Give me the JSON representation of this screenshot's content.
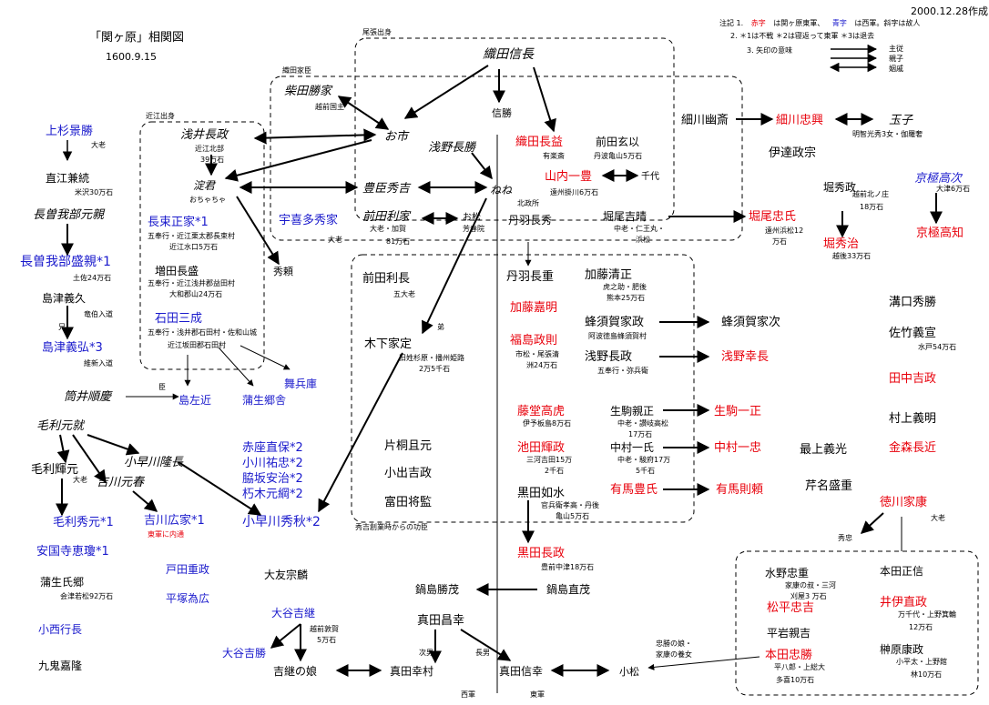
{
  "header": {
    "title": "「関ヶ原」相関図",
    "date": "1600.9.15",
    "created": "2000.12.28作成"
  },
  "legend": {
    "line1_prefix": "注記 1.",
    "line1_red_word": "赤字",
    "line1_mid": "は関ヶ原東軍、",
    "line1_blue_word": "青字",
    "line1_suffix": "は西軍。斜字は故人",
    "line2": "2. ＊1は不戦 ＊2は寝返って東軍 ＊3は退去",
    "line3": "3. 矢印の意味",
    "arrow_labels": [
      "主従",
      "親子",
      "姻戚"
    ]
  },
  "colors": {
    "east": "#e8000b",
    "west": "#1a1acc",
    "neutral": "#000000"
  },
  "group_labels": {
    "owari": "尾張出身",
    "omi": "近江出身",
    "shibata": "織田家臣",
    "hideyoshi_shrine": "秀吉創業時からの功臣"
  },
  "people": {
    "oda_nobunaga": "織田信長",
    "shibata_katsuie": "柴田勝家",
    "shibata_note": "越前国主",
    "oichi": "お市",
    "nobukatsu": "信勝",
    "oda_nagamasu": "織田長益",
    "oda_nagamasu_note": "有楽斎",
    "asai_nagamasa": "浅井長政",
    "asai_note1": "近江北部",
    "asai_note2": "39万石",
    "yodo": "淀君",
    "yodo_note": "おちゃちゃ",
    "asano_nagakatsu": "浅野長勝",
    "toyotomi_hideyoshi": "豊臣秀吉",
    "nene": "ねね",
    "nene_note": "北政所",
    "maeda_geni": "前田玄以",
    "maeda_geni_note": "丹波亀山5万石",
    "yamauchi": "山内一豊",
    "yamauchi_note": "遠州掛川6万石",
    "chiyo": "千代",
    "hosokawa_yusai": "細川幽斎",
    "hosokawa_tadaoki": "細川忠興",
    "gracia": "玉子",
    "gracia_note": "明智光秀3女・伽羅奢",
    "date_masamune": "伊達政宗",
    "hori_hidemasa": "堀秀政",
    "hori_hm_note1": "越前北ノ庄",
    "hori_hm_note2": "18万石",
    "kyogoku_takatsugu": "京極高次",
    "kyogoku_tk_note": "大津6万石",
    "kyogoku_takatomo": "京極高知",
    "horio_yoshiharu": "堀尾吉晴",
    "horio_yh_note1": "中老・仁王丸・",
    "horio_yh_note2": "浜松",
    "horio_tadauji": "堀尾忠氏",
    "horio_ta_note1": "遠州浜松12",
    "horio_ta_note2": "万石",
    "hori_hideharu": "堀秀治",
    "hori_hh_note": "越後33万石",
    "uesugi": "上杉景勝",
    "uesugi_note": "大老",
    "naoe": "直江兼続",
    "naoe_note": "米沢30万石",
    "chosokabe_motochika": "長曽我部元親",
    "chosokabe_morichika": "長曽我部盛親*1",
    "chosokabe_note": "土佐24万石",
    "shimazu_yoshihisa": "島津義久",
    "shimazu_yh_note": "竜伯入道",
    "shimazu_yoshihiro": "島津義弘*3",
    "shimazu_yh2_note": "維新入道",
    "ani": "兄",
    "natsuka": "長束正家*1",
    "natsuka_note1": "五奉行・近江栗太郡長束村",
    "natsuka_note2": "近江水口5万石",
    "mashita": "増田長盛",
    "mashita_note1": "五奉行・近江浅井郡益田村",
    "mashita_note2": "大和郡山24万石",
    "ishida": "石田三成",
    "ishida_note1": "五奉行・浅井郡石田村・佐和山城",
    "ishida_note2": "近江坂田郡石田村",
    "ukita": "宇喜多秀家",
    "ukita_note": "大老",
    "hideyori": "秀頼",
    "maeda_toshiie": "前田利家",
    "maeda_ti_note1": "大老・加賀",
    "maeda_ti_note2": "81万石",
    "omatsu": "お松",
    "omatsu_note": "芳春院",
    "tsutsui": "筒井順慶",
    "shima_sakon": "島左近",
    "gamo_satoie": "蒲生郷舎",
    "maihyogo": "舞兵庫",
    "shin": "臣",
    "maeda_toshinaga": "前田利長",
    "maeda_tn_note": "五大老",
    "kinoshita": "木下家定",
    "kinoshita_note1": "旧姓杉原・播州姫路",
    "kinoshita_note2": "2万5千石",
    "ototo": "弟",
    "niwa_nagahide": "丹羽長秀",
    "niwa_nagashige": "丹羽長重",
    "kato_yoshiaki": "加藤嘉明",
    "fukushima": "福島政則",
    "fukushima_note1": "市松・尾張清",
    "fukushima_note2": "洲24万石",
    "kato_kiyomasa": "加藤清正",
    "kato_km_note1": "虎之助・肥後",
    "kato_km_note2": "熊本25万石",
    "hachisuka_iemasa": "蜂須賀家政",
    "hachisuka_note": "阿波徳島蜂須賀村",
    "hachisuka_yoshishige": "蜂須賀家次",
    "asano_nagamasa": "浅野長政",
    "asano_nm_note": "五奉行・弥兵衛",
    "asano_yukinaga": "浅野幸長",
    "mizoguchi": "溝口秀勝",
    "satake": "佐竹義宣",
    "satake_note": "水戸54万石",
    "tanaka": "田中吉政",
    "murakami": "村上義明",
    "kanamori": "金森長近",
    "mogami": "最上義光",
    "serina": "芹名盛重",
    "mori_terumoto": "毛利元就",
    "mori_terumoto2": "毛利輝元",
    "mori_terumoto2_note": "大老",
    "kobayakawa_takakage": "小早川隆長",
    "kikkawa_motoharu": "吉川元春",
    "kikkawa_hiroie": "吉川広家*1",
    "kikkawa_hiroie_note": "東軍に内通",
    "mori_hidemoto": "毛利秀元*1",
    "ankokuji": "安国寺恵瓊*1",
    "akaza": "赤座直保*2",
    "ogawa": "小川祐忠*2",
    "wakisaka": "脇坂安治*2",
    "kutsuki": "朽木元綱*2",
    "kobayakawa_hideaki": "小早川秀秋*2",
    "katagiri": "片桐且元",
    "koide": "小出吉政",
    "tomita": "富田将監",
    "todo": "藤堂高虎",
    "todo_note": "伊予板島8万石",
    "ikeda": "池田輝政",
    "ikeda_note1": "三河吉田15万",
    "ikeda_note2": "2千石",
    "ikoma_chikamasa": "生駒親正",
    "ikoma_cm_note1": "中老・讃岐高松",
    "ikoma_cm_note2": "17万石",
    "ikoma_kazumasa": "生駒一正",
    "nakamura_kazuuji": "中村一氏",
    "nakamura_note1": "中老・駿府17万",
    "nakamura_note2": "5千石",
    "nakamura_kazutada": "中村一忠",
    "arima_toyouji": "有馬豊氏",
    "arima_noriyori": "有馬則頼",
    "kuroda_josui": "黒田如水",
    "kuroda_js_note1": "官兵衛孝高・丹後",
    "kuroda_js_note2": "亀山5万石",
    "kuroda_nagamasa": "黒田長政",
    "kuroda_nm_note": "豊前中津18万石",
    "gamo_hideyuki": "蒲生氏郷",
    "gamo_hy_note": "会津若松92万石",
    "konishi": "小西行長",
    "kuki": "九鬼嘉隆",
    "toda": "戸田重政",
    "hiratsuka": "平塚為広",
    "otomo": "大友宗麟",
    "otani_yoshitsugu": "大谷吉継",
    "otani_yt_note1": "越前敦賀",
    "otani_yt_note2": "5万石",
    "otani_yoshikatsu": "大谷吉勝",
    "yoshitsugu_daughter": "吉継の娘",
    "nabeshima_katsushige": "鍋島勝茂",
    "nabeshima_naoshige": "鍋島直茂",
    "sanada_masayuki": "真田昌幸",
    "sanada_yukimura": "真田幸村",
    "sanada_nobuyuki": "真田信幸",
    "komatsu": "小松",
    "komatsu_note1": "忠勝の娘・",
    "komatsu_note2": "家康の養女",
    "jinan": "次男",
    "chonan": "長男",
    "west_label": "西軍",
    "east_label": "東軍",
    "tokugawa": "徳川家康",
    "tokugawa_note": "大老",
    "hidetada": "秀忠",
    "mizuno": "水野忠重",
    "mizuno_note1": "家康の叔・三河",
    "mizuno_note2": "刈屋3 万石",
    "matsudaira": "松平忠吉",
    "hiraiwa": "平岩親吉",
    "honda_tadakatsu": "本田忠勝",
    "honda_tk_note1": "平八郎・上総大",
    "honda_tk_note2": "多喜10万石",
    "honda_masanobu": "本田正信",
    "ii": "井伊直政",
    "ii_note1": "万千代・上野箕輪",
    "ii_note2": "12万石",
    "sakakibara": "榊原康政",
    "sakakibara_note1": "小平太・上野館",
    "sakakibara_note2": "林10万石"
  }
}
